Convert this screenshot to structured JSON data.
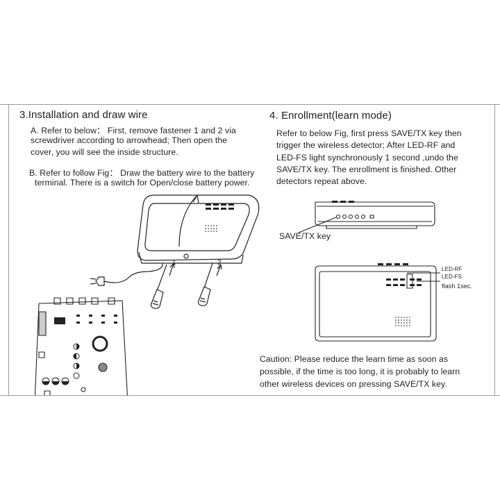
{
  "section3": {
    "heading": "3.Installation and draw wire",
    "line_a1": "A.  Refer to below： First, remove fastener 1 and 2  via",
    "line_a2": "screwdriver according to arrowhead; Then open the",
    "line_a3": "cover, you will see the inside structure.",
    "line_b1": "B. Refer to follow Fig： Draw the battery  wire to  the battery",
    "line_b2": "terminal.  There is a switch for Open/close  battery power.",
    "fastener_1": "1",
    "fastener_2": "2"
  },
  "section4": {
    "heading": "4. Enrollment(learn mode)",
    "line_1": "Refer to below Fig, first press SAVE/TX key then",
    "line_2": "trigger the wireless detector;  After  LED-RF and",
    "line_3": "LED-FS  light  synchronously 1 second ,undo the",
    "line_4": "SAVE/TX key.  The  enrollment  is finished. Other",
    "line_5": "detectors repeat above.",
    "save_tx_label": "SAVE/TX key",
    "led_rf_label": "LED-RF",
    "led_fs_label": "LED-FS",
    "flash_label": "flash 1sec.",
    "caution_1": "Caution: Please reduce the learn time as soon as",
    "caution_2": "possible, if the time is too long, it is probably to learn",
    "caution_3": "other wireless devices on pressing SAVE/TX key."
  }
}
